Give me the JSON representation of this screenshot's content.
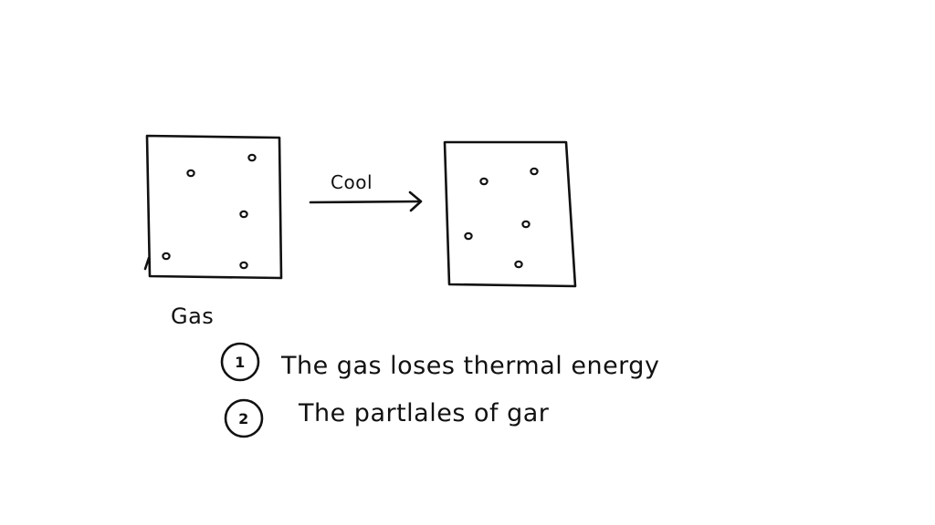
{
  "diagram": {
    "arrow_label": "Cool",
    "state_label": "Gas",
    "before_particle_count": 5,
    "after_particle_count": 5
  },
  "notes": [
    {
      "number": "1",
      "text": "The gas loses thermal energy"
    },
    {
      "number": "2",
      "text": "The partlales of gar"
    }
  ]
}
